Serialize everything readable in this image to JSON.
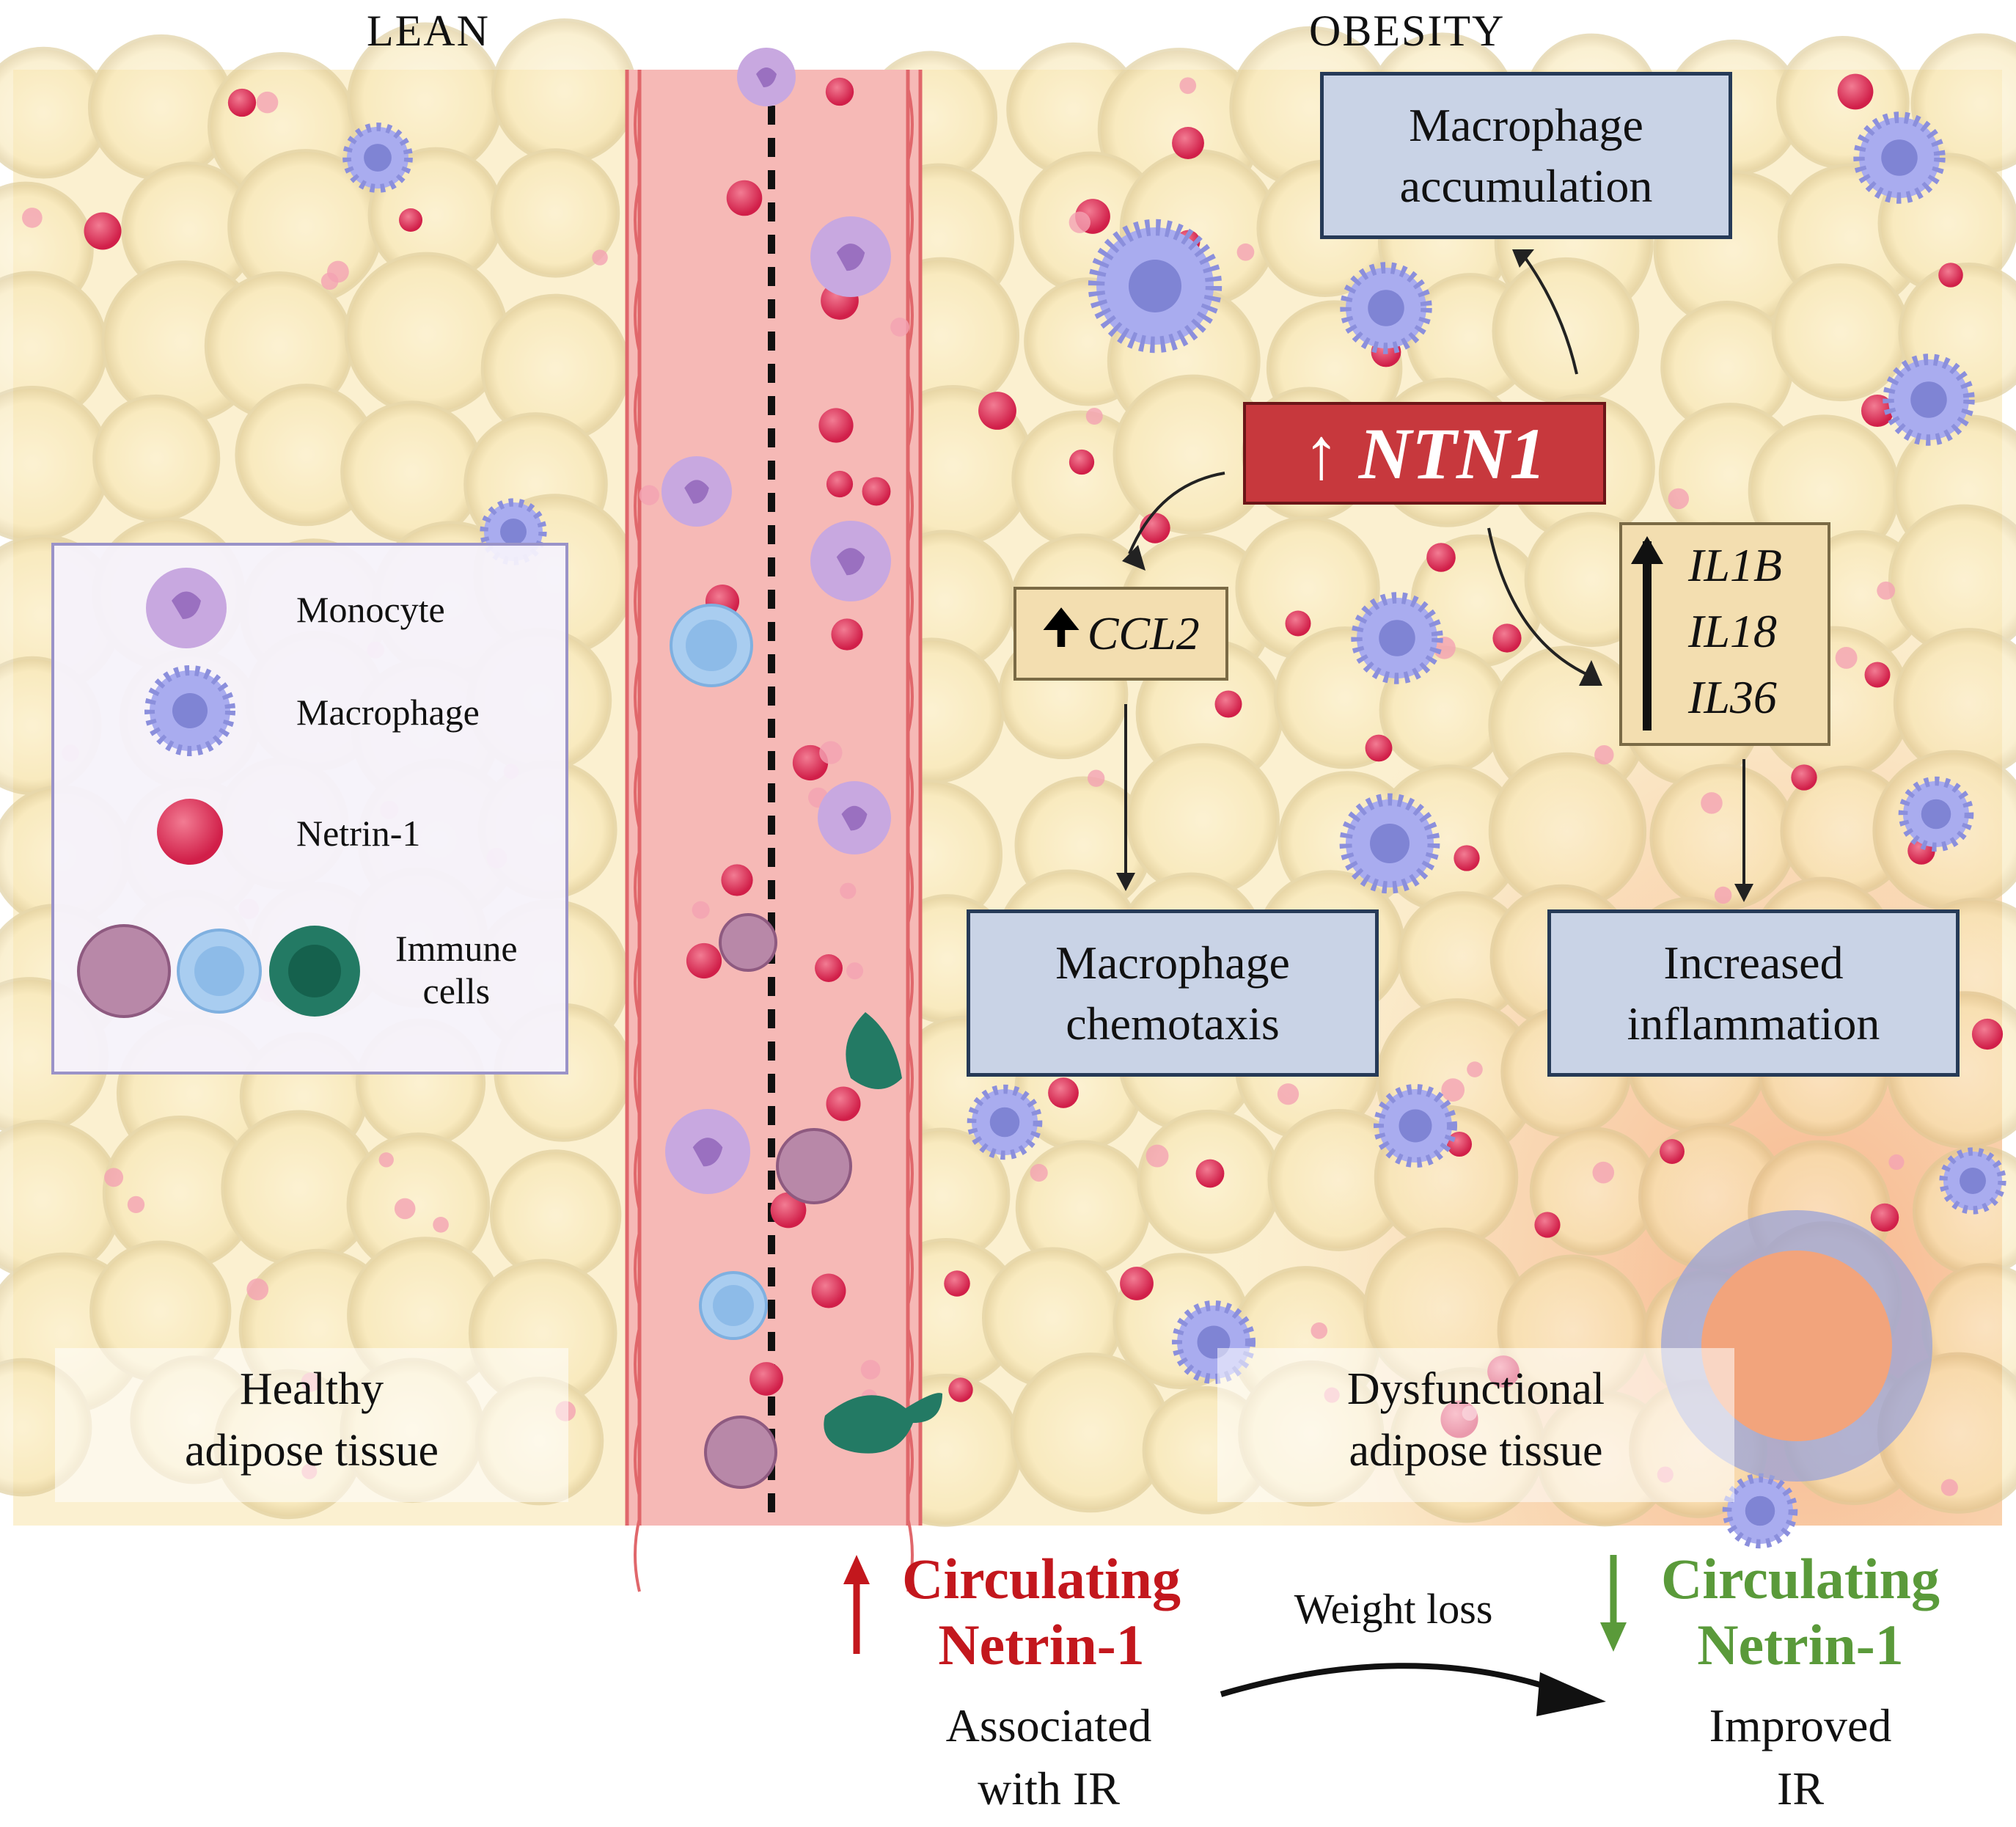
{
  "headers": {
    "left": "LEAN",
    "right": "OBESITY"
  },
  "legend": {
    "monocyte": "Monocyte",
    "macrophage": "Macrophage",
    "netrin": "Netrin-1",
    "immune_line1": "Immune",
    "immune_line2": "cells"
  },
  "boxes": {
    "accumulation_line1": "Macrophage",
    "accumulation_line2": "accumulation",
    "chemotaxis_line1": "Macrophage",
    "chemotaxis_line2": "chemotaxis",
    "inflammation_line1": "Increased",
    "inflammation_line2": "inflammation"
  },
  "genes": {
    "ntn1": "NTN1",
    "ccl2": "CCL2",
    "il1b": "IL1B",
    "il18": "IL18",
    "il36": "IL36"
  },
  "tissue": {
    "healthy_line1": "Healthy",
    "healthy_line2": "adipose  tissue",
    "dysfunctional_line1": "Dysfunctional",
    "dysfunctional_line2": "adipose  tissue"
  },
  "bottom": {
    "up_line1": "Circulating",
    "up_line2": "Netrin-1",
    "assoc_line1": "Associated",
    "assoc_line2": "with IR",
    "weight_loss": "Weight loss",
    "down_line1": "Circulating",
    "down_line2": "Netrin-1",
    "improved_line1": "Improved",
    "improved_line2": "IR"
  },
  "colors": {
    "up_red": "#c3171d",
    "down_green": "#5a9a3a",
    "vessel": "#f5b3b3",
    "box_fill": "#c9d3e6",
    "ntn_fill": "#c7383d"
  }
}
